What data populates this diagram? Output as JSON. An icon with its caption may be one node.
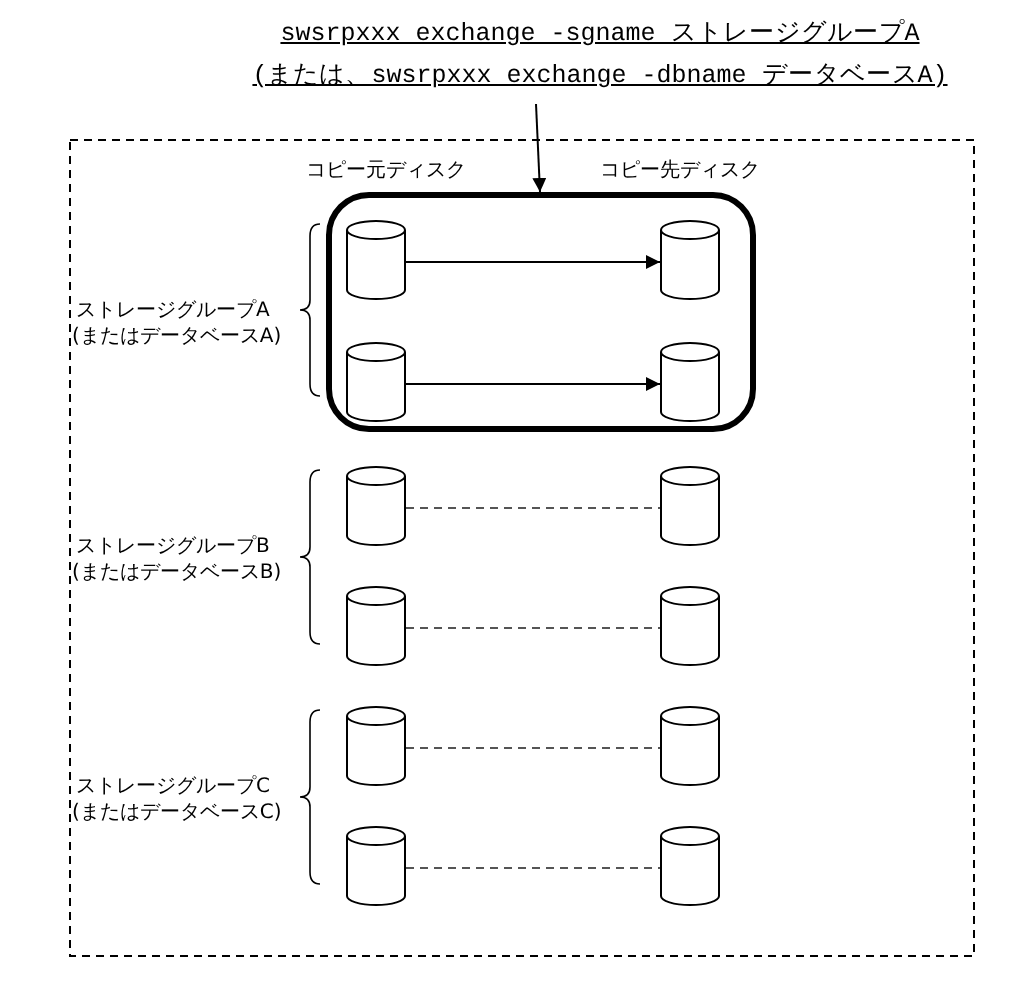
{
  "diagram": {
    "nodes": [
      {
        "text": [
          "swsrpxxx exchange -sgname ストレージグループA",
          "(または、swsrpxxx exchange -dbname データベースA)"
        ]
      },
      {
        "text": [],
        "shape": "box"
      },
      {
        "text": [],
        "shape": "cylinder",
        "in": 1
      },
      {
        "text": [],
        "shape": "cylinder",
        "in": 1
      },
      {
        "text": [],
        "shape": "cylinder",
        "in": 1
      },
      {
        "text": [],
        "shape": "cylinder",
        "in": 1
      },
      {
        "text": [],
        "shape": "cylinder"
      },
      {
        "text": [],
        "shape": "cylinder"
      },
      {
        "text": [],
        "shape": "cylinder"
      },
      {
        "text": [],
        "shape": "cylinder"
      },
      {
        "text": [],
        "shape": "cylinder"
      },
      {
        "text": [],
        "shape": "cylinder"
      },
      {
        "text": [],
        "shape": "cylinder"
      },
      {
        "text": [],
        "shape": "cylinder"
      }
    ],
    "edges": [
      {
        "from": 0,
        "to": 1,
        "arrow": "to"
      },
      {
        "from": 2,
        "to": 3,
        "arrow": "to"
      },
      {
        "from": 4,
        "to": 5,
        "arrow": "to"
      },
      {
        "from": 6,
        "to": 7,
        "arrow": "none",
        "style": "dashed"
      },
      {
        "from": 8,
        "to": 9,
        "arrow": "none",
        "style": "dashed"
      },
      {
        "from": 10,
        "to": 11,
        "arrow": "none",
        "style": "dashed"
      },
      {
        "from": 12,
        "to": 13,
        "arrow": "none",
        "style": "dashed"
      }
    ],
    "labels": [
      "コピー元ディスク",
      "コピー先ディスク",
      "ストレージグループA",
      "(またはデータベースA)",
      "ストレージグループB",
      "(またはデータベースB)",
      "ストレージグループC",
      "(またはデータベースC)"
    ]
  }
}
